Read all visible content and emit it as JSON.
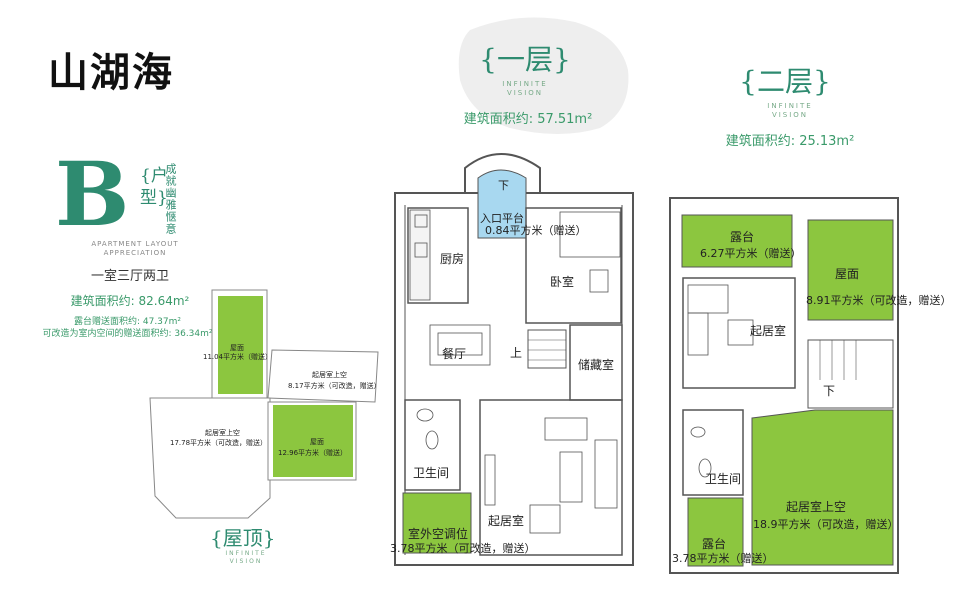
{
  "project_title": "山湖海",
  "unit": {
    "letter": "B",
    "type_label": "{户型}",
    "vertical_text": "成就幽雅惬意",
    "subtitle_en": "APARTMENT LAYOUT APPRECIATION",
    "layout_desc": "一室三厅两卫",
    "building_area": "建筑面积约: 82.64m²",
    "terrace_area": "露台赠送面积约: 47.37m²",
    "convertible_area": "可改造为室内空间的赠送面积约: 36.34m²"
  },
  "floor1": {
    "title": "{一层}",
    "subtitle": "INFINITE VISION",
    "area": "建筑面积约: 57.51m²",
    "labels": {
      "down": "下",
      "entrance": "入口平台",
      "entrance_area": "0.84平方米（赠送）",
      "kitchen": "厨房",
      "bedroom": "卧室",
      "dining": "餐厅",
      "up": "上",
      "storage": "储藏室",
      "bathroom": "卫生间",
      "living": "起居室",
      "ac": "室外空调位",
      "ac_area": "3.78平方米（可改造，赠送）"
    }
  },
  "floor2": {
    "title": "{二层}",
    "subtitle": "INFINITE VISION",
    "area": "建筑面积约: 25.13m²",
    "labels": {
      "terrace": "露台",
      "terrace_area": "6.27平方米（赠送）",
      "roof": "屋面",
      "roof_area": "8.91平方米（可改造，赠送）",
      "living": "起居室",
      "down": "下",
      "bathroom": "卫生间",
      "void": "起居室上空",
      "void_area": "18.9平方米（可改造，赠送）",
      "terrace2": "露台",
      "terrace2_area": "3.78平方米（赠送）"
    }
  },
  "roof": {
    "title": "{屋顶}",
    "subtitle": "INFINITE VISION",
    "labels": {
      "roof_a": "屋面",
      "roof_a_area": "11.04平方米（赠送）",
      "void_top": "起居室上空",
      "void_top_area": "8.17平方米（可改造，赠送）",
      "void_left": "起居室上空",
      "void_left_area": "17.78平方米（可改造，赠送）",
      "roof_b": "屋面",
      "roof_b_area": "12.96平方米（赠送）"
    }
  },
  "colors": {
    "green": "#8cc63f",
    "teal": "#2e8b70",
    "blue": "#a8d8f0",
    "wall": "#555555"
  }
}
